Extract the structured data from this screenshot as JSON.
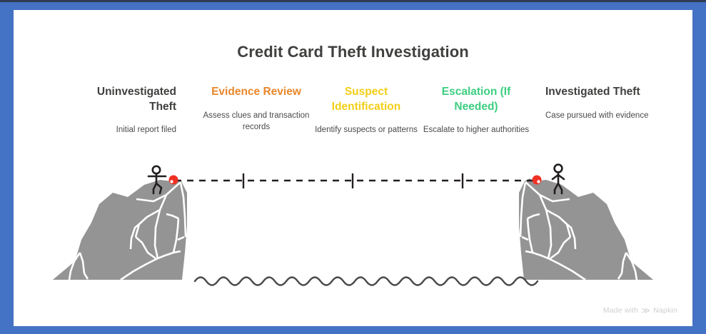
{
  "frame": {
    "border_color": "#4472c4",
    "top_rule_color": "#2f3b52",
    "background": "#ffffff"
  },
  "header": {
    "title": "Credit Card Theft Investigation",
    "title_color": "#40403f"
  },
  "stages": [
    {
      "title": "Uninvestigated Theft",
      "description": "Initial report filed",
      "color": "#40403f",
      "align": "right"
    },
    {
      "title": "Evidence Review",
      "description": "Assess clues and transaction records",
      "color": "#e8872b",
      "align": "center"
    },
    {
      "title": "Suspect Identification",
      "description": "Identify suspects or patterns",
      "color": "#f2ce16",
      "align": "center"
    },
    {
      "title": "Escalation (If Needed)",
      "description": "Escalate to higher authorities",
      "color": "#3dce81",
      "align": "center"
    },
    {
      "title": "Investigated Theft",
      "description": "Case pursued with evidence",
      "color": "#40403f",
      "align": "left"
    }
  ],
  "illustration": {
    "mountain_fill": "#949494",
    "crevice_stroke": "#ffffff",
    "figure_color": "#231f20",
    "marker_color": "#ee3124",
    "path_color": "#231f20",
    "water_color": "#4a4a4a",
    "left_figure_label": "hiker-left",
    "right_figure_label": "hiker-right",
    "path_ticks": 3
  },
  "watermark": {
    "prefix": "Made with",
    "brand": "Napkin",
    "color": "#cfcfcf"
  }
}
